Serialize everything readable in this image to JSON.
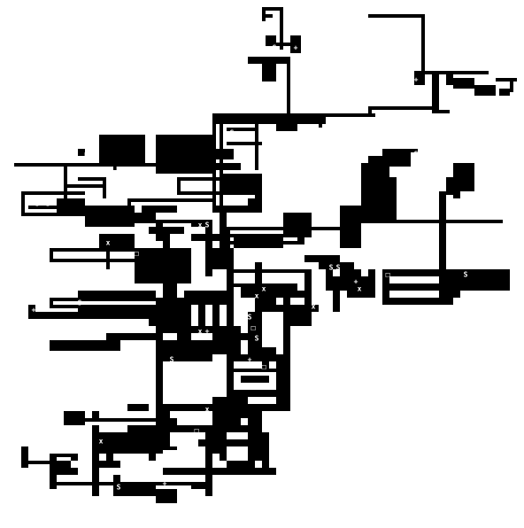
{
  "map": {
    "cols": 148,
    "rows": 148,
    "wall_color": "#000000",
    "floor_color": "#ffffff",
    "marker_text_color": "#ffffff"
  },
  "glyphs": {
    "spawn": "S",
    "plus": "+",
    "cross": "x",
    "box": "□"
  }
}
